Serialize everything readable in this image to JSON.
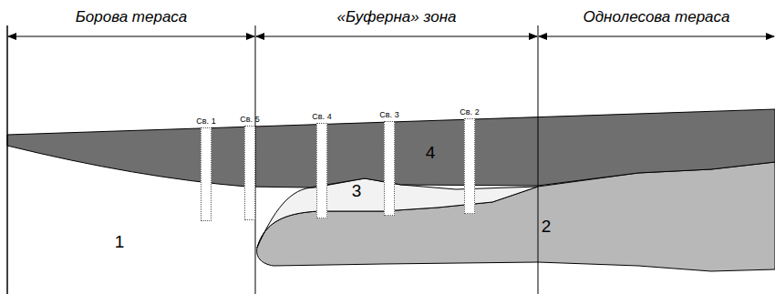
{
  "diagram": {
    "nodes": [
      {
        "text": [
          "Св. 1"
        ]
      },
      {
        "text": [
          "Св. 5"
        ]
      },
      {
        "text": [
          "Св. 4"
        ]
      },
      {
        "text": [
          "Св. 3"
        ]
      },
      {
        "text": [
          "Св. 2"
        ]
      }
    ],
    "labels": [
      "Борова тераса",
      "«Буферна» зона",
      "Однолесова тераса",
      "4",
      "3",
      "1",
      "2"
    ]
  }
}
